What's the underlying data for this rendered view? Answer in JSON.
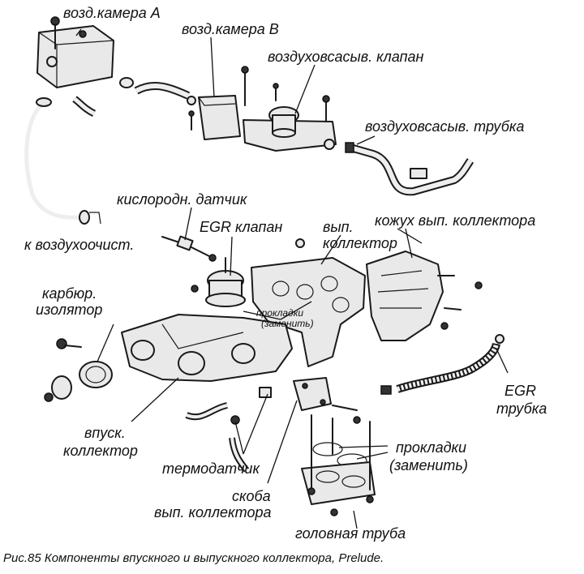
{
  "labels": {
    "air_chamber_a": "возд.камера A",
    "air_chamber_b": "возд.камера B",
    "air_suction_valve": "воздуховсасыв. клапан",
    "air_suction_tube": "воздуховсасыв. трубка",
    "oxygen_sensor": "кислородн. датчик",
    "egr_valve": "EGR клапан",
    "exhaust_manifold_line1": "вып.",
    "exhaust_manifold_line2": "коллектор",
    "manifold_cover": "кожух вып. коллектора",
    "to_air_cleaner": "к воздухоочист.",
    "carb_insulator_line1": "карбюр.",
    "carb_insulator_line2": "изолятор",
    "gaskets_small_line1": "прокладки",
    "gaskets_small_line2": "(заменить)",
    "egr_tube_line1": "EGR",
    "egr_tube_line2": "трубка",
    "intake_manifold_line1": "впуск.",
    "intake_manifold_line2": "коллектор",
    "gaskets_line1": "прокладки",
    "gaskets_line2": "(заменить)",
    "thermosensor": "термодатчик",
    "bracket_line1": "скоба",
    "bracket_line2": "вып. коллектора",
    "head_pipe": "головная труба"
  },
  "caption": "Рис.85  Компоненты впускного и выпускного коллектора, Prelude."
}
